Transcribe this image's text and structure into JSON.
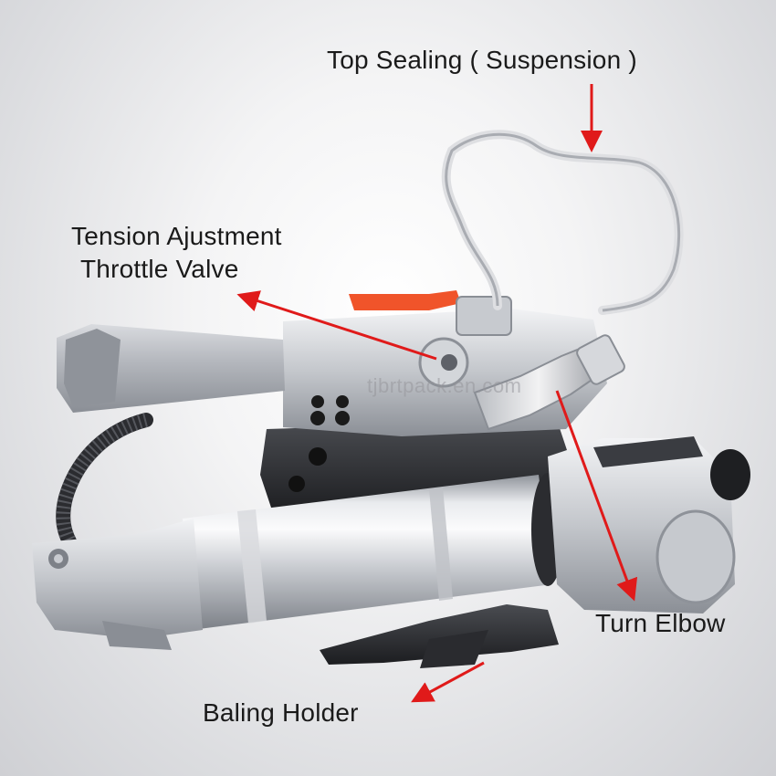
{
  "labels": {
    "top_sealing": "Top Sealing ( Suspension )",
    "tension_line1": "Tension Ajustment",
    "tension_line2": "Throttle Valve",
    "turn_elbow": "Turn Elbow",
    "baling_holder": "Baling Holder"
  },
  "watermark": "tjbrtpack.en.com",
  "colors": {
    "arrow": "#e01a1a",
    "accent_lever": "#f0542a"
  }
}
